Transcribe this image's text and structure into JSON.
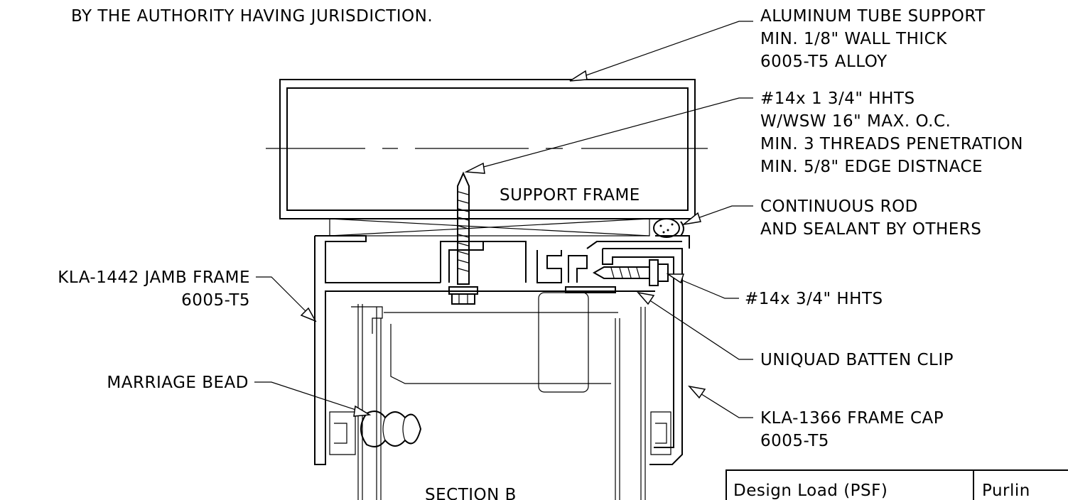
{
  "notes": {
    "top_line": "BY THE AUTHORITY HAVING JURISDICTION."
  },
  "callouts": {
    "tube_support": [
      "ALUMINUM TUBE SUPPORT",
      "MIN. 1/8\" WALL THICK",
      "6005-T5 ALLOY"
    ],
    "screw_main": [
      "#14x 1 3/4\" HHTS",
      "W/WSW 16\" MAX. O.C.",
      "MIN. 3 THREADS PENETRATION",
      "MIN. 5/8\" EDGE DISTNACE"
    ],
    "rod_sealant": [
      "CONTINUOUS ROD",
      "AND SEALANT BY OTHERS"
    ],
    "screw_small": [
      "#14x 3/4\" HHTS"
    ],
    "batten_clip": [
      "UNIQUAD BATTEN CLIP"
    ],
    "frame_cap": [
      "KLA-1366 FRAME CAP",
      "6005-T5"
    ],
    "jamb_frame": [
      "KLA-1442 JAMB FRAME",
      "6005-T5"
    ],
    "marriage_bead": [
      "MARRIAGE BEAD"
    ]
  },
  "labels": {
    "support_frame": "SUPPORT FRAME",
    "section": "SECTION B"
  },
  "table": {
    "headers": [
      "Design Load (PSF)",
      "Purlin"
    ]
  }
}
